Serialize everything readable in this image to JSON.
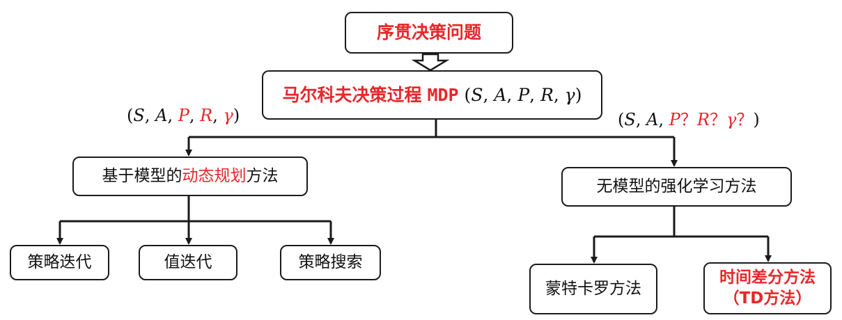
{
  "diagram": {
    "top": {
      "label": "序贯决策问题"
    },
    "mdp": {
      "label_cn": "马尔科夫决策过程",
      "label_abbr": "MDP",
      "tuple": {
        "open": "(",
        "s": "S",
        "comma1": ",",
        "a": "A",
        "comma2": ",",
        "p": "P",
        "comma3": ",",
        "r": "R",
        "comma4": ",",
        "gamma": "γ",
        "close": ")"
      }
    },
    "left_tuple": {
      "open": "(",
      "s": "S",
      "comma1": ",",
      "a": "A",
      "comma2": ",",
      "p": "P",
      "comma3": ",",
      "r": "R",
      "comma4": ",",
      "gamma": "γ",
      "close": ")"
    },
    "right_tuple": {
      "open": "(",
      "s": "S",
      "comma1": ",",
      "a": "A",
      "comma2": ",",
      "p": "P",
      "q1": "？",
      "r": "R",
      "q2": "？",
      "gamma": "γ",
      "q3": "？",
      "close": ")"
    },
    "model_based": {
      "prefix": "基于模型的",
      "highlight": "动态规划",
      "suffix": "方法",
      "children": [
        "策略迭代",
        "值迭代",
        "策略搜索"
      ]
    },
    "model_free": {
      "label": "无模型的强化学习方法",
      "monte_carlo": "蒙特卡罗方法",
      "td_line1": "时间差分方法",
      "td_line2": "（TD方法）"
    },
    "colors": {
      "highlight": "#e8262a",
      "text": "#111111",
      "line": "#1a1a1a"
    }
  }
}
